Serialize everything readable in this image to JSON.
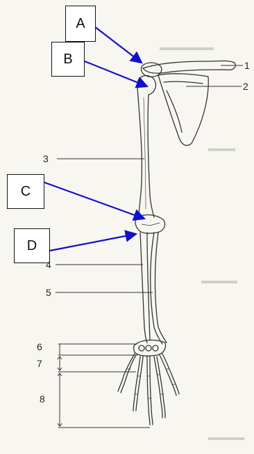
{
  "boxes": {
    "a": "A",
    "b": "B",
    "c": "C",
    "d": "D"
  },
  "numbers": {
    "n1": "1",
    "n2": "2",
    "n3": "3",
    "n4": "4",
    "n5": "5",
    "n6": "6",
    "n7": "7",
    "n8": "8"
  },
  "colors": {
    "arrow": "#1010cc",
    "line": "#333333",
    "background": "#f7f6f1"
  }
}
